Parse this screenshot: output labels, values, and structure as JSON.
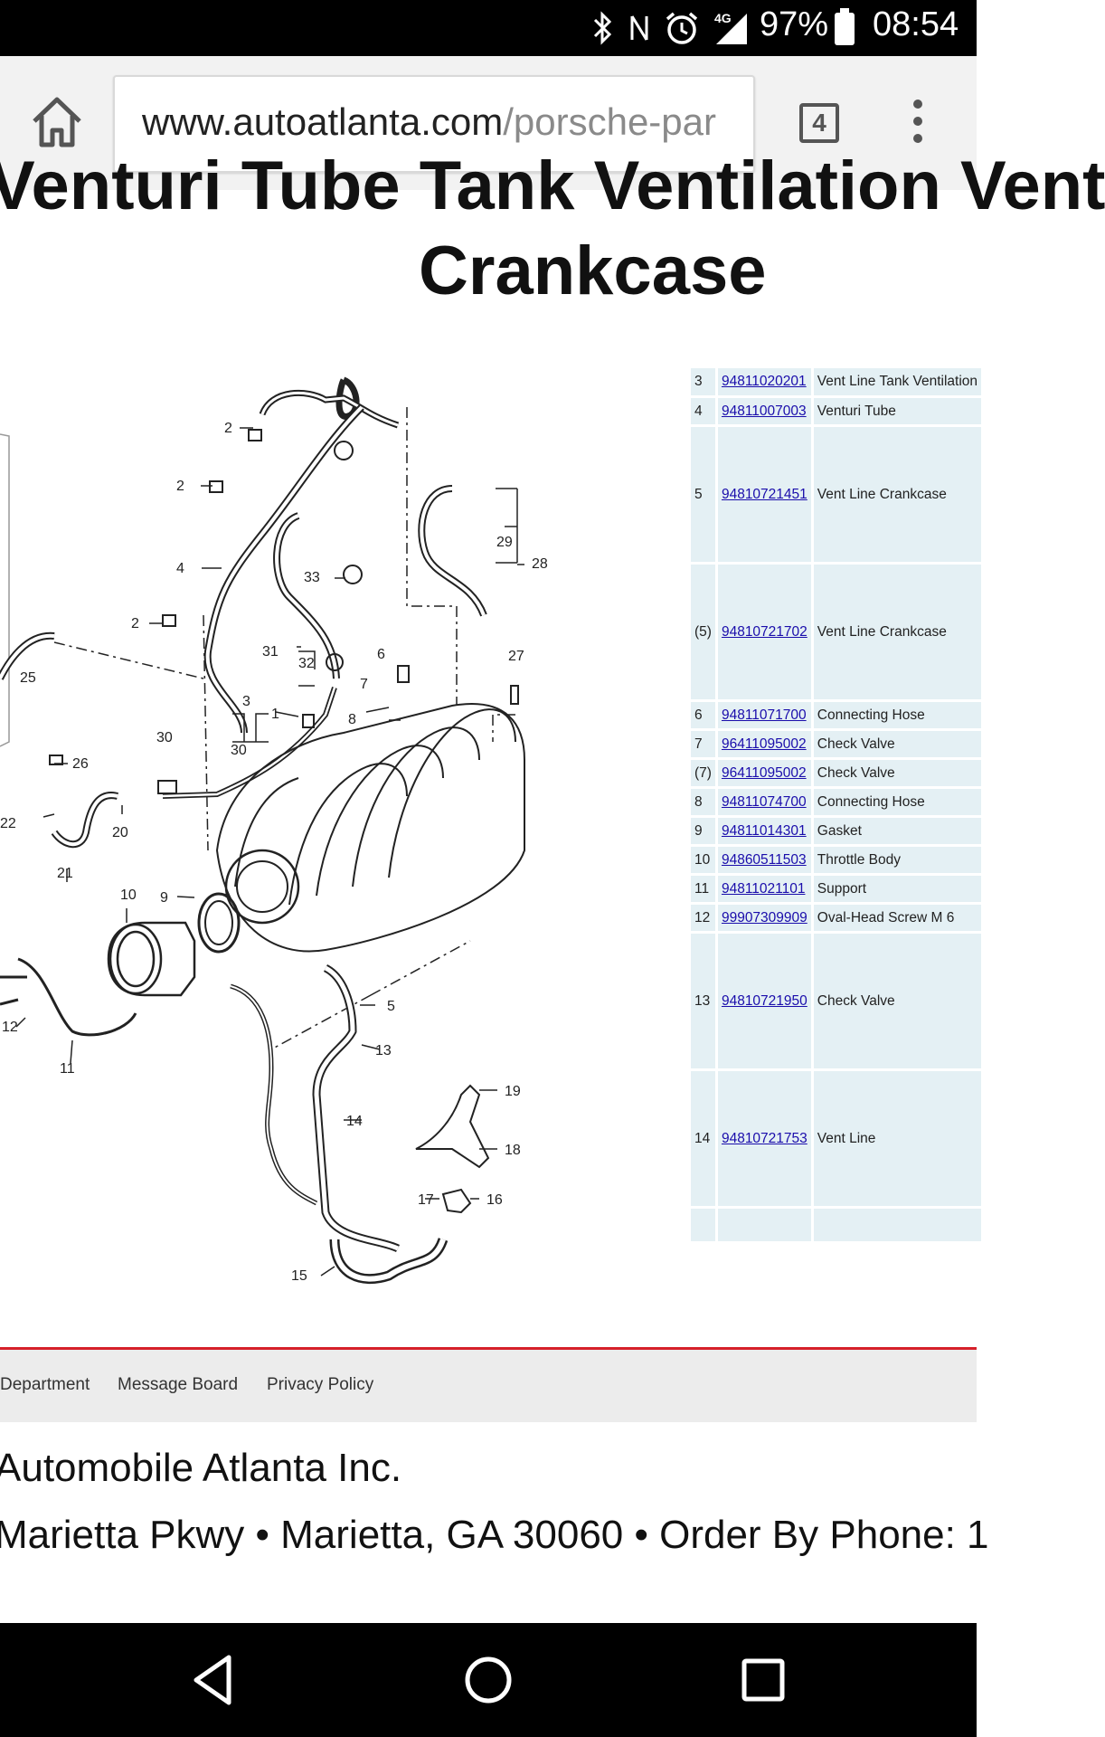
{
  "status_bar": {
    "battery": "97%",
    "time": "08:54",
    "network": "4G"
  },
  "browser": {
    "url_domain": "www.autoatlanta.com",
    "url_path": "/porsche-par",
    "tab_count": "4"
  },
  "page": {
    "title_line1": "Venturi Tube Tank Ventilation Vent",
    "title_line2": "Crankcase"
  },
  "parts": [
    {
      "num": "3",
      "part_no": "94811020201",
      "desc": "Vent Line Tank Ventilation"
    },
    {
      "num": "4",
      "part_no": "94811007003",
      "desc": "Venturi Tube"
    },
    {
      "num": "5",
      "part_no": "94810721451",
      "desc": "Vent Line Crankcase"
    },
    {
      "num": "(5)",
      "part_no": "94810721702",
      "desc": "Vent Line Crankcase"
    },
    {
      "num": "6",
      "part_no": "94811071700",
      "desc": "Connecting Hose"
    },
    {
      "num": "7",
      "part_no": "96411095002",
      "desc": "Check Valve"
    },
    {
      "num": "(7)",
      "part_no": "96411095002",
      "desc": "Check Valve"
    },
    {
      "num": "8",
      "part_no": "94811074700",
      "desc": "Connecting Hose"
    },
    {
      "num": "9",
      "part_no": "94811014301",
      "desc": "Gasket"
    },
    {
      "num": "10",
      "part_no": "94860511503",
      "desc": "Throttle Body"
    },
    {
      "num": "11",
      "part_no": "94811021101",
      "desc": "Support"
    },
    {
      "num": "12",
      "part_no": "99907309909",
      "desc": "Oval-Head Screw M 6"
    },
    {
      "num": "13",
      "part_no": "94810721950",
      "desc": "Check Valve"
    },
    {
      "num": "14",
      "part_no": "94810721753",
      "desc": "Vent Line"
    },
    {
      "num": "",
      "part_no": "",
      "desc": ""
    }
  ],
  "diagram_labels": {
    "l2a": "2",
    "l2b": "2",
    "l2c": "2",
    "l4": "4",
    "l33": "33",
    "l29": "29",
    "l28": "28",
    "l31": "31",
    "l32": "32",
    "l6": "6",
    "l7": "7",
    "l8": "8",
    "l27": "27",
    "l25": "25",
    "l3": "3",
    "l30a": "30",
    "l30b": "30",
    "l1": "1",
    "l26": "26",
    "l22": "22",
    "l20": "20",
    "l21": "21",
    "l10": "10",
    "l9": "9",
    "l12": "12",
    "l11": "11",
    "l5": "5",
    "l13": "13",
    "l14": "14",
    "l19": "19",
    "l18": "18",
    "l17": "17",
    "l16": "16",
    "l15": "15"
  },
  "footer": {
    "links": [
      "Department",
      "Message Board",
      "Privacy Policy"
    ],
    "company": "Automobile Atlanta Inc.",
    "address": "Marietta Pkwy • Marietta, GA 30060 • Order By Phone: 1"
  }
}
